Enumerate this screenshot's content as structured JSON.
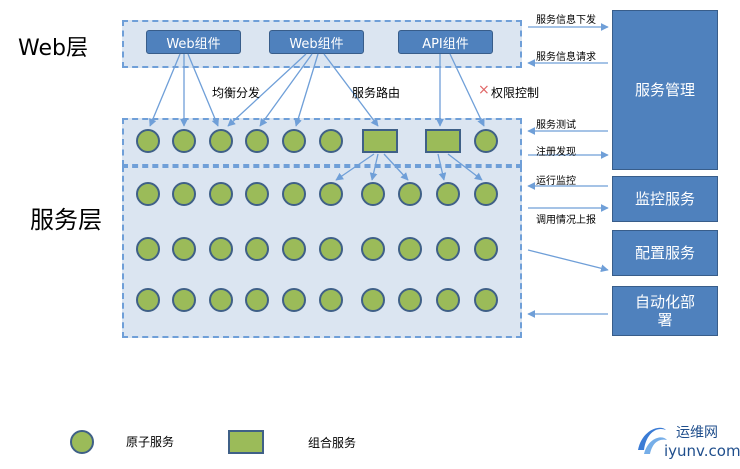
{
  "layers": {
    "web": "Web层",
    "service": "服务层"
  },
  "web_components": [
    "Web组件",
    "Web组件",
    "API组件"
  ],
  "annotations": {
    "load_balance": "均衡分发",
    "routing": "服务路由",
    "access_control_mark": "×",
    "access_control": "权限控制"
  },
  "right_boxes": {
    "management": "服务管理",
    "monitor": "监控服务",
    "config": "配置服务",
    "deploy": "自动化部署"
  },
  "link_labels": {
    "dispatch": "服务信息下发",
    "request": "服务信息请求",
    "test": "服务测试",
    "register": "注册发现",
    "monitor": "运行监控",
    "report": "调用情况上报"
  },
  "legend": {
    "atomic": "原子服务",
    "composite": "组合服务"
  },
  "watermark": {
    "brand": "运维网",
    "domain": "iyunv.com"
  },
  "colors": {
    "node_green": "#9bbb59",
    "box_blue": "#4f81bd",
    "panel_fill": "#dbe5f1",
    "dashed_border": "#6f9fd8",
    "arrow": "#6f9fd8",
    "cross_red": "#e06666"
  }
}
